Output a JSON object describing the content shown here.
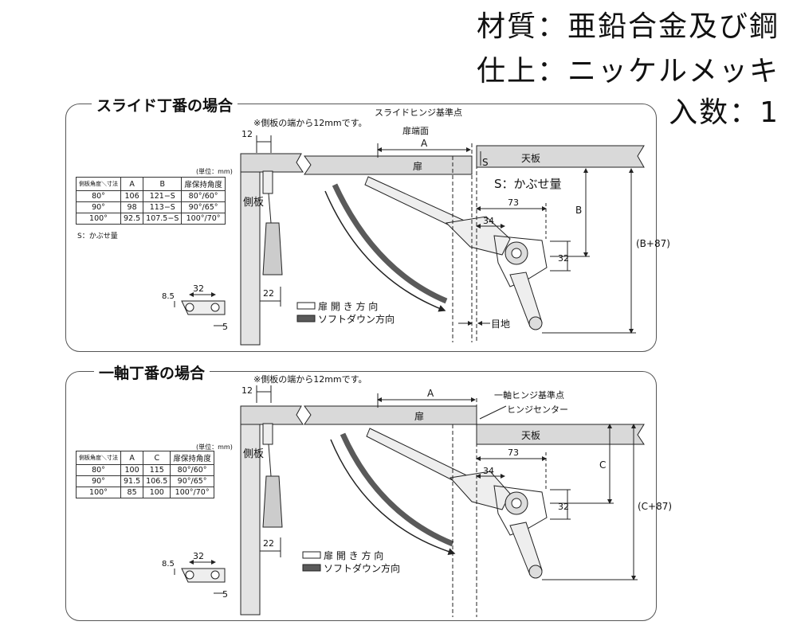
{
  "spec": {
    "material": "材質：亜鉛合金及び鋼",
    "finish": "仕上：ニッケルメッキ",
    "quantity": "入数：1"
  },
  "slide": {
    "title": "スライド丁番の場合",
    "edge_note": "※側板の端から12mmです。",
    "dim_12": "12",
    "ref_point": "スライドヒンジ基準点",
    "door_face": "扉端面",
    "dim_A": "A",
    "door": "扉",
    "S_mark": "S",
    "top_board": "天板",
    "S_desc": "S：かぶせ量",
    "dim_73": "73",
    "dim_34": "34",
    "dim_B": "B",
    "dim_32": "32",
    "dim_B87": "(B+87)",
    "side_board": "側板",
    "dim_22": "22",
    "legend_open": "扉 開 き 方 向",
    "legend_soft": "ソフトダウン方向",
    "gap": "目地",
    "unit": "(単位：mm)",
    "headers": [
      "側板角度＼寸法",
      "A",
      "B",
      "扉保持角度"
    ],
    "rows": [
      [
        "80°",
        "106",
        "121−S",
        "80°/60°"
      ],
      [
        "90°",
        "98",
        "113−S",
        "90°/65°"
      ],
      [
        "100°",
        "92.5",
        "107.5−S",
        "100°/70°"
      ]
    ],
    "footnote": "S：かぶせ量",
    "bracket_85": "8.5",
    "bracket_32": "32",
    "bracket_5": "5"
  },
  "axis": {
    "title": "一軸丁番の場合",
    "edge_note": "※側板の端から12mmです。",
    "dim_12": "12",
    "ref_point": "一軸ヒンジ基準点",
    "hinge_center": "ヒンジセンター",
    "dim_A": "A",
    "door": "扉",
    "top_board": "天板",
    "dim_73": "73",
    "dim_34": "34",
    "dim_C": "C",
    "dim_32": "32",
    "dim_C87": "(C+87)",
    "side_board": "側板",
    "dim_22": "22",
    "legend_open": "扉 開 き 方 向",
    "legend_soft": "ソフトダウン方向",
    "unit": "(単位：mm)",
    "headers": [
      "側板角度＼寸法",
      "A",
      "C",
      "扉保持角度"
    ],
    "rows": [
      [
        "80°",
        "100",
        "115",
        "80°/60°"
      ],
      [
        "90°",
        "91.5",
        "106.5",
        "90°/65°"
      ],
      [
        "100°",
        "85",
        "100",
        "100°/70°"
      ]
    ],
    "bracket_85": "8.5",
    "bracket_32": "32",
    "bracket_5": "5"
  },
  "colors": {
    "board_fill": "#d9d9d9",
    "arrow_dark": "#5a5a5a",
    "line": "#222222"
  }
}
